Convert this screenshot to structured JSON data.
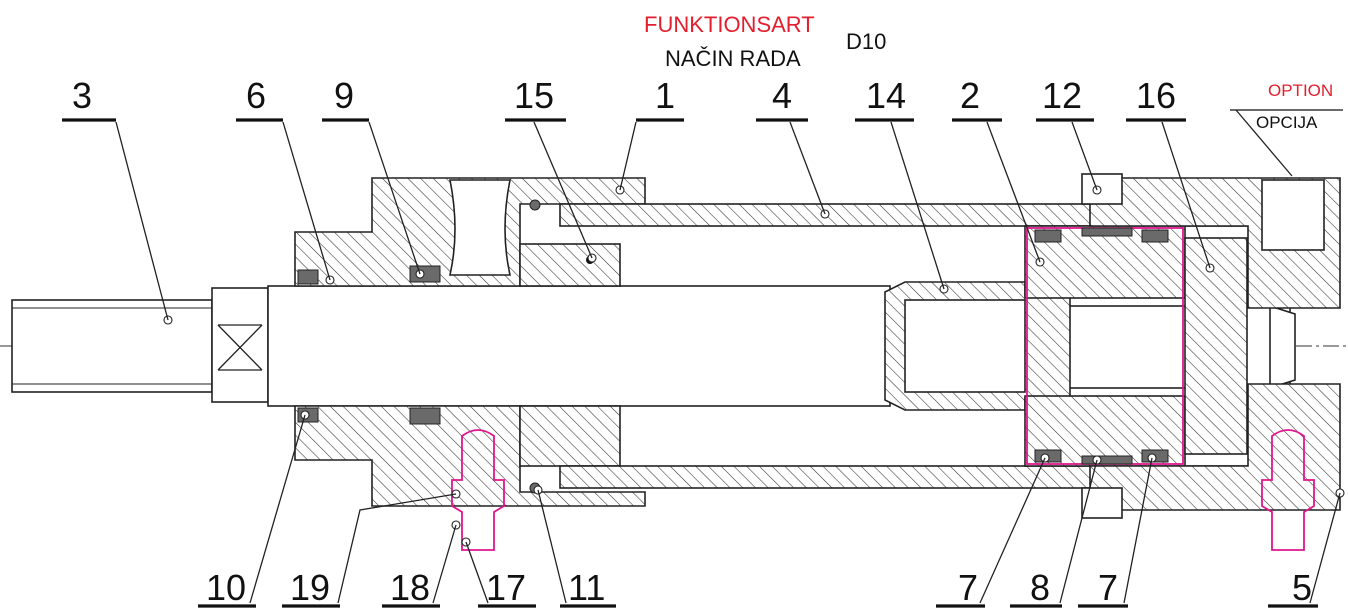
{
  "title": {
    "function_de": "FUNKTIONSART",
    "function_hr": "NAČIN RADA",
    "code": "D10"
  },
  "option": {
    "en": "OPTION",
    "hr": "OPCIJA"
  },
  "labels_top": [
    "3",
    "6",
    "9",
    "15",
    "1",
    "4",
    "14",
    "2",
    "12",
    "16"
  ],
  "labels_bottom": [
    "10",
    "19",
    "18",
    "17",
    "11",
    "7",
    "8",
    "7",
    "5"
  ],
  "colors": {
    "accent_red": "#e31e2d",
    "seal_pink": "#e0168c",
    "line": "#222222"
  }
}
